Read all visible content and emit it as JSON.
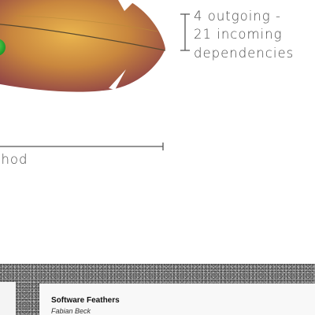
{
  "annotation": {
    "line1": "4 outgoing -",
    "line2": "21 incoming",
    "line3": "dependencies"
  },
  "axis": {
    "label": "thod"
  },
  "card": {
    "title": "Software Feathers",
    "author": "Fabian Beck"
  },
  "colors": {
    "feather_light": "#e6b04a",
    "feather_dark": "#7e3a4e",
    "node_green": "#2fb334",
    "ink": "#4a4a4a"
  }
}
